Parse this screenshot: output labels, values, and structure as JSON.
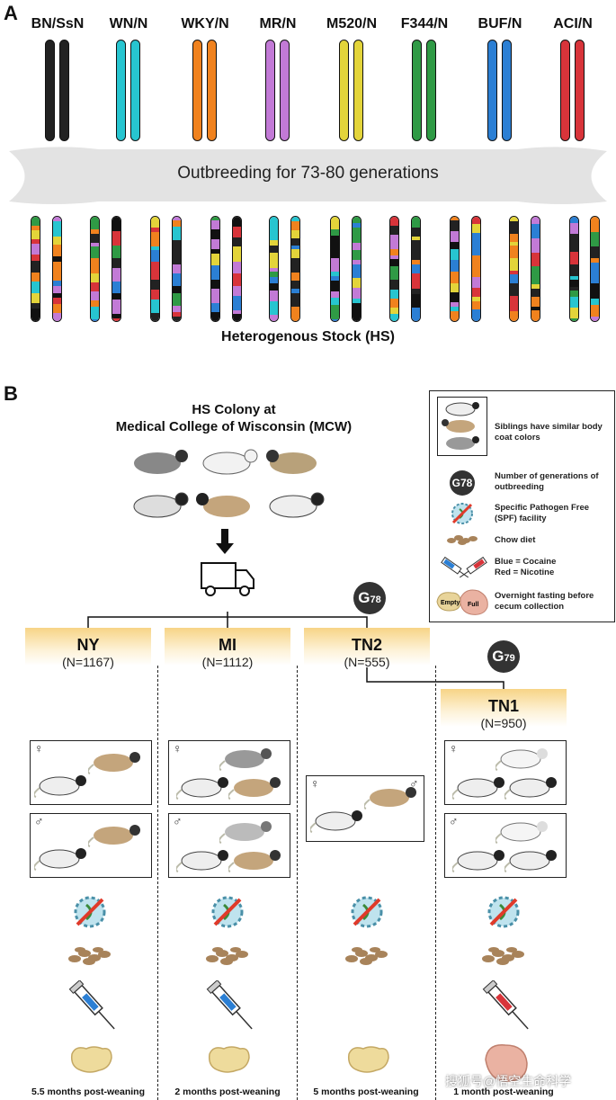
{
  "panel_a": {
    "letter": "A",
    "strains": [
      {
        "name": "BN/SsN",
        "color": "#222222"
      },
      {
        "name": "WN/N",
        "color": "#27c5d0"
      },
      {
        "name": "WKY/N",
        "color": "#f0821e"
      },
      {
        "name": "MR/N",
        "color": "#c27ad6"
      },
      {
        "name": "M520/N",
        "color": "#e3d43a"
      },
      {
        "name": "F344/N",
        "color": "#2f9a45"
      },
      {
        "name": "BUF/N",
        "color": "#2b7fd4"
      },
      {
        "name": "ACI/N",
        "color": "#d8343a"
      }
    ],
    "outbreeding_text": "Outbreeding for 73-80 generations",
    "hs_label": "Heterogenous Stock (HS)"
  },
  "panel_b": {
    "letter": "B",
    "colony_title_line1": "HS Colony at",
    "colony_title_line2": "Medical College of Wisconsin (MCW)",
    "legend": [
      {
        "icon": "rat-siblings-icon",
        "text": "Siblings have similar body coat colors"
      },
      {
        "icon": "generation-badge-icon",
        "text": "Number of generations of outbreeding",
        "badge": "G78"
      },
      {
        "icon": "spf-facility-icon",
        "text": "Specific Pathogen Free (SPF) facility"
      },
      {
        "icon": "chow-diet-icon",
        "text": "Chow diet"
      },
      {
        "icon": "syringe-icon",
        "text_line1": "Blue = Cocaine",
        "text_line2": "Red = Nicotine"
      },
      {
        "icon": "cecum-icon",
        "text": "Overnight fasting before cecum collection",
        "cecum_labels": [
          "Empty",
          "Full"
        ]
      }
    ],
    "badges": {
      "g78": {
        "g": "G",
        "num": "78"
      },
      "g79": {
        "g": "G",
        "num": "79"
      }
    },
    "sites": [
      {
        "name": "NY",
        "n": "(N=1167)",
        "footer": "5.5 months post-weaning",
        "syringe": "blue"
      },
      {
        "name": "MI",
        "n": "(N=1112)",
        "footer": "2 months post-weaning",
        "syringe": "blue"
      },
      {
        "name": "TN2",
        "n": "(N=555)",
        "footer": "5 months post-weaning",
        "syringe": "none"
      },
      {
        "name": "TN1",
        "n": "(N=950)",
        "footer": "1 month post-weaning",
        "syringe": "red"
      }
    ],
    "sex_symbols": {
      "female": "♀",
      "male": "♂"
    }
  },
  "watermark": "搜狐号@悟空生命科学"
}
